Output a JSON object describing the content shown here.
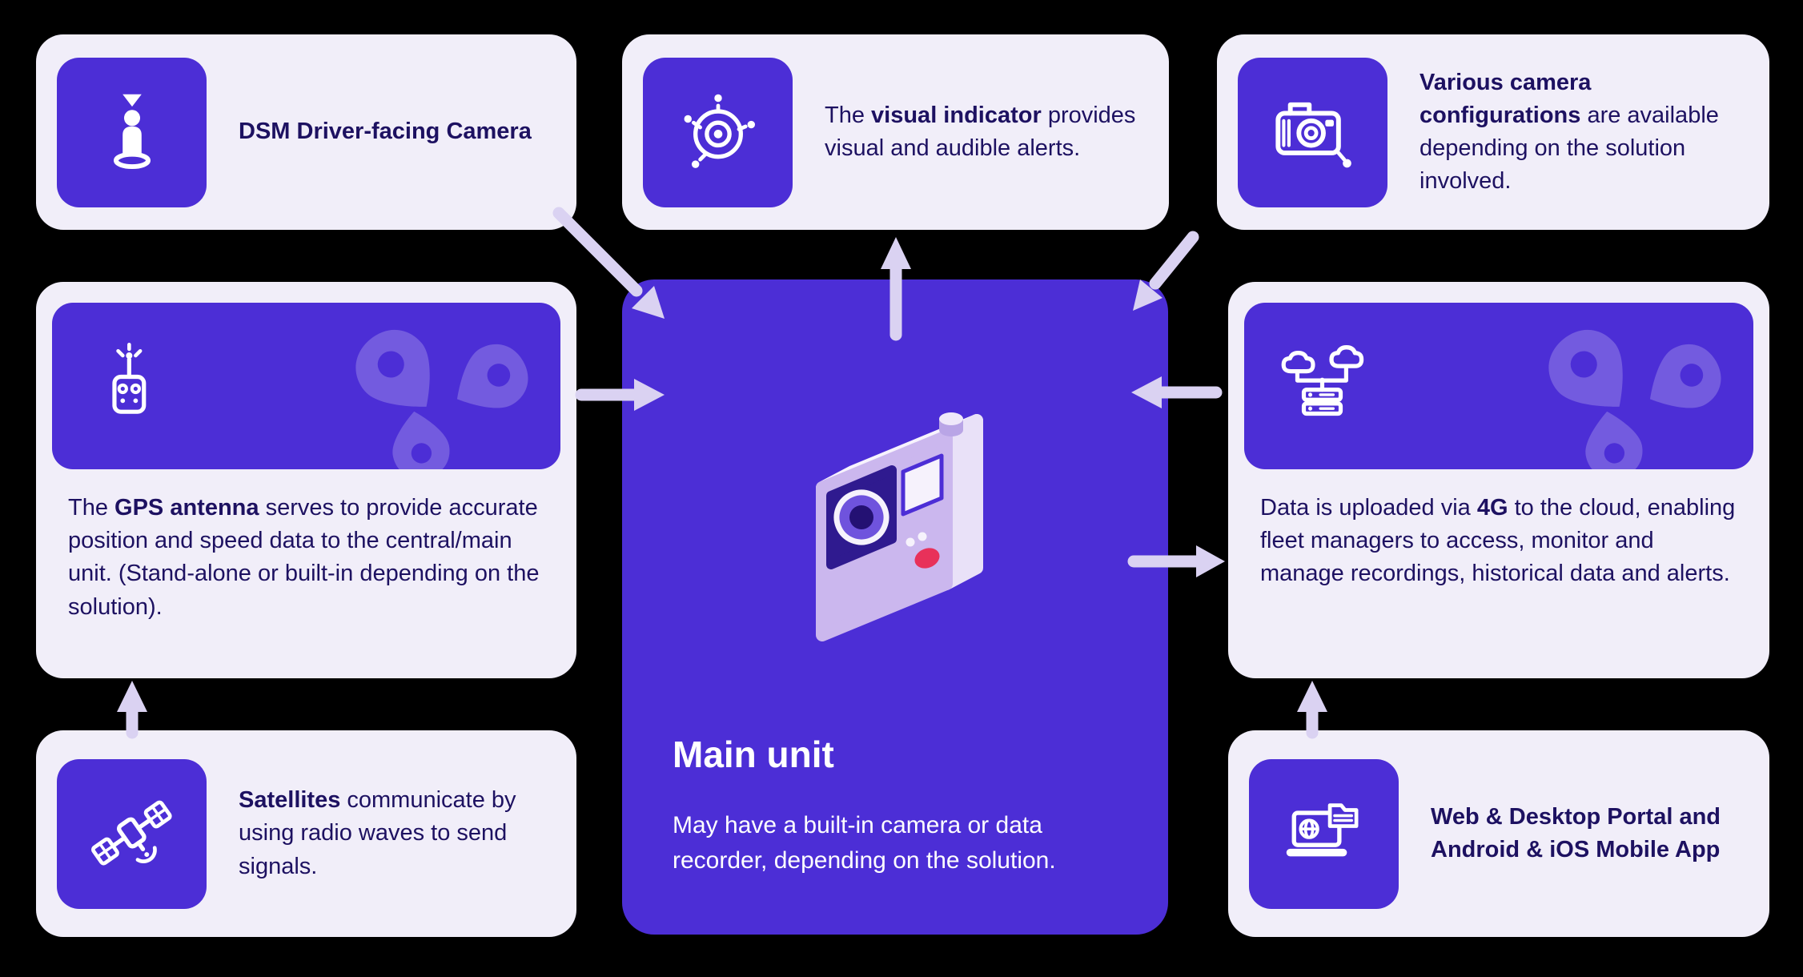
{
  "colors": {
    "background": "#000000",
    "primary_purple": "#4c2ed6",
    "card_background": "#f1eef9",
    "text_dark": "#1d1161",
    "arrow_lavender": "#dad2f2",
    "record_button_red": "#e8315a",
    "main_text_white": "#ffffff"
  },
  "cards": {
    "dsm": {
      "icon": "driver-facing-camera-icon",
      "segments": [
        {
          "t": "DSM Driver-facing Camera",
          "b": true
        }
      ]
    },
    "visual_indicator": {
      "icon": "visual-indicator-icon",
      "segments": [
        {
          "t": "The ",
          "b": false
        },
        {
          "t": "visual indicator",
          "b": true
        },
        {
          "t": " provides visual and audible alerts.",
          "b": false
        }
      ]
    },
    "camera_config": {
      "icon": "camera-icon",
      "segments": [
        {
          "t": "Various camera configurations",
          "b": true
        },
        {
          "t": " are available depending on the solution involved.",
          "b": false
        }
      ]
    },
    "gps": {
      "icon": "gps-antenna-icon",
      "segments": [
        {
          "t": "The ",
          "b": false
        },
        {
          "t": "GPS antenna",
          "b": true
        },
        {
          "t": " serves to provide accurate position and speed data to the central/main unit. (Stand-alone or built-in depending on the solution).",
          "b": false
        }
      ]
    },
    "satellites": {
      "icon": "satellite-icon",
      "segments": [
        {
          "t": "Satellites",
          "b": true
        },
        {
          "t": " communicate by using radio waves to send signals.",
          "b": false
        }
      ]
    },
    "cloud_4g": {
      "icon": "cloud-4g-upload-icon",
      "segments": [
        {
          "t": "Data is uploaded via ",
          "b": false
        },
        {
          "t": "4G",
          "b": true
        },
        {
          "t": " to the cloud, enabling fleet managers to access, monitor and manage recordings, historical data and alerts.",
          "b": false
        }
      ]
    },
    "portal": {
      "icon": "web-portal-laptop-icon",
      "segments": [
        {
          "t": "Web & Desktop Portal and Android & iOS Mobile App",
          "b": true
        }
      ]
    }
  },
  "main_unit": {
    "title": "Main unit",
    "description": "May have a built-in camera or data recorder, depending on the solution.",
    "illustration": "dashcam-illustration"
  }
}
